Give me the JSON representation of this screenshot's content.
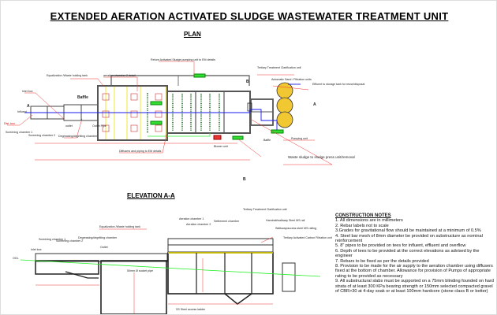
{
  "title": "EXTENDED AERATION ACTIVATED SLUDGE  WASTEWATER TREATMENT UNIT",
  "plan": {
    "heading": "PLAN",
    "labels": {
      "return_sludge": "Return Activated Sludge pumping unit to EM details",
      "equalization": "Equalization /Waste holding tank",
      "aeration2": "aeration chamber 2 detail",
      "inlet_box": "Inlet box",
      "baffle": "Baffle",
      "influent": "Influent",
      "dist_box": "Dist. box",
      "screening1": "Screening chamber 1",
      "screening2": "Screening chamber 2",
      "outlet": "outlet",
      "degrit": "Degreasing/degritting chamber",
      "outlet2": "Outlet Pipe",
      "diffusers": "Diffusers and piping to EM details",
      "blower": "Blower unit",
      "tertiary": "Tertiary Treatment Clarification unit",
      "filtration": "Automatic Sand / Filtration units",
      "effluent": "Effluent to storage tank for reuse/disposal",
      "pumping": "Pumping unit",
      "baffle2": "Baffle",
      "waste_sludge": "Waste sludge to sludge press unit/removal",
      "sec_a": "A",
      "sec_b": "B"
    }
  },
  "elevation": {
    "heading": "ELEVATION A-A",
    "labels": {
      "ogl": "OGL",
      "inlet_box": "Inlet box",
      "screening1": "Screening chamber 1",
      "screening2": "Screening chamber 2",
      "degrit": "Degreasing/degritting chamber",
      "outlet": "Outlet",
      "equalization": "Equalization /Waste holding tank",
      "aeration1": "Aeration chamber 1",
      "aeration2": "Aeration chamber 2",
      "settlement": "Settlement chamber",
      "tertiary": "Tertiary Treatment Clarification unit",
      "handrail": "Handrail/walkway Steel MS rail",
      "railing": "Walkway/access steel MS railing",
      "filter": "Tertiary Activated Carbon Filtration unit",
      "ladder": "SS Steel access ladder",
      "pipe": "50mm Ø socket pipe"
    }
  },
  "notes": {
    "heading": "CONSTRUCTION NOTES",
    "items": [
      "1. All dimensions are in millimeters",
      "2. Rebar labels not to scale",
      "3.Grades for gravitational flow should  be maintained at a minimum of 0.5%",
      "4. Steel bar mesh of 8mm diameter be provided on substructure  as nominal reinforcement",
      "5.  8\"   pipes to be provided on tees for influent, effluent and overflow",
      "6.  Depth of tees to be provided at the correct elevations as advised by the engineer",
      "7. Rebars to be fixed as per the details provided",
      "8. Provision to be made for the air supply to the aeration chamber using diffusers fixed at the bottom of chamber. Allowance for provision of Pumps of appropriate rating to be provided as necessary",
      "9. All substructural slabs must be supported on a 75mm blinding  founded on hard strata of at least 300 KPa bearing strength or 150mm selected compacted gravel of CBR>30 at 4-day soak or at least 100mm hardcore (stone class B or better)"
    ]
  },
  "colors": {
    "leader": "#ff0000",
    "pipe": "#0000ff",
    "wall": "#333333",
    "equipment": "#22dd22",
    "filter": "#f2c832",
    "ground": "#22ee22"
  }
}
